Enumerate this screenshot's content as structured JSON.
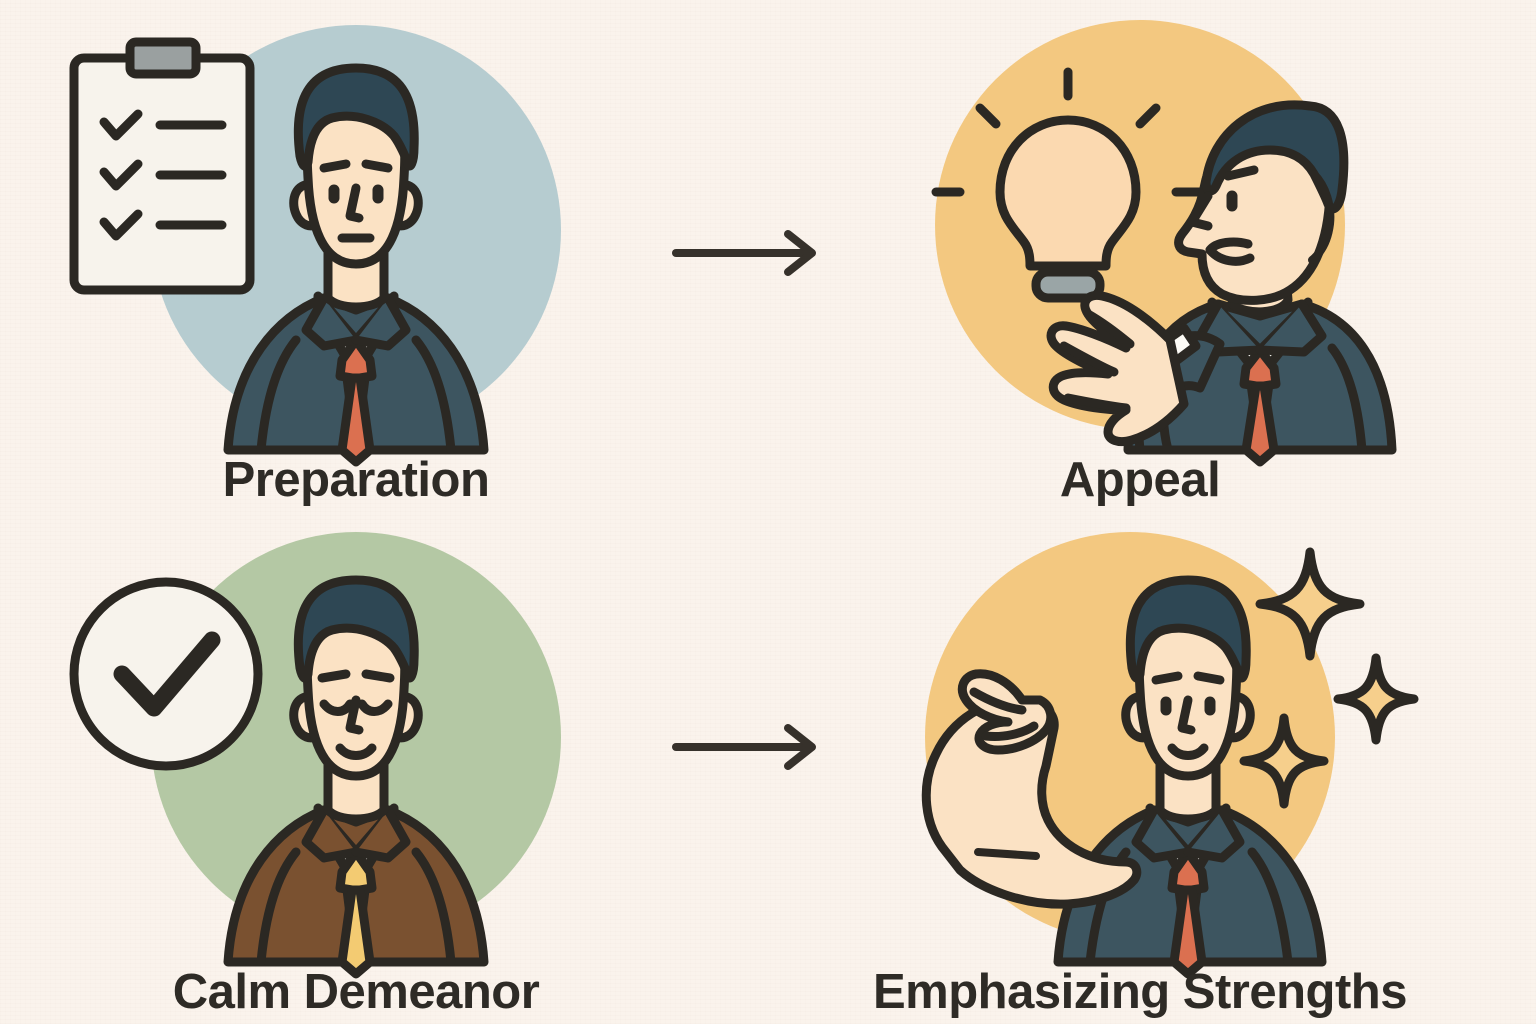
{
  "page": {
    "background_color": "#faf3ec",
    "text_color": "#2e2b26",
    "ink_color": "#2b2823"
  },
  "palette": {
    "circle_blue_gray": "#b6ccd0",
    "circle_amber": "#f3c880",
    "circle_sage": "#b4c8a4",
    "suit_navy": "#3d5560",
    "suit_brown": "#7a5130",
    "hair_navy": "#2e4754",
    "skin": "#fbe2c4",
    "shirt_white": "#fdfbf6",
    "tie_terracotta": "#db7050",
    "tie_gold": "#f3cb72",
    "bulb_fill": "#fbd9b0",
    "bulb_base_gray": "#9aa5a6",
    "clipboard_paper": "#f7f3ec",
    "clipboard_clip": "#9aa0a0",
    "sparkle_fill": "#f6cf8c"
  },
  "quadrants": [
    {
      "id": "preparation",
      "label": "Preparation",
      "circle_color": "#b6ccd0",
      "icon": "clipboard-checklist-icon",
      "suit_color": "#3d5560",
      "tie_color": "#db7050",
      "checklist_rows": 3
    },
    {
      "id": "appeal",
      "label": "Appeal",
      "circle_color": "#f3c880",
      "icon": "lightbulb-idea-icon",
      "suit_color": "#3d5560",
      "tie_color": "#db7050",
      "bulb_rays": 5
    },
    {
      "id": "calm-demeanor",
      "label": "Calm Demeanor",
      "circle_color": "#b4c8a4",
      "icon": "check-circle-icon",
      "suit_color": "#7a5130",
      "tie_color": "#f3cb72"
    },
    {
      "id": "emphasizing-strengths",
      "label": "Emphasizing Strengths",
      "circle_color": "#f3c880",
      "icon": "flexed-arm-icon",
      "suit_color": "#3d5560",
      "tie_color": "#db7050",
      "sparkle_count": 3
    }
  ],
  "arrows": [
    {
      "id": "arrow-preparation-to-appeal",
      "direction": "right",
      "from": "Preparation",
      "to": "Appeal"
    },
    {
      "id": "arrow-calm-to-strengths",
      "direction": "right",
      "from": "Calm Demeanor",
      "to": "Emphasizing Strengths"
    }
  ]
}
